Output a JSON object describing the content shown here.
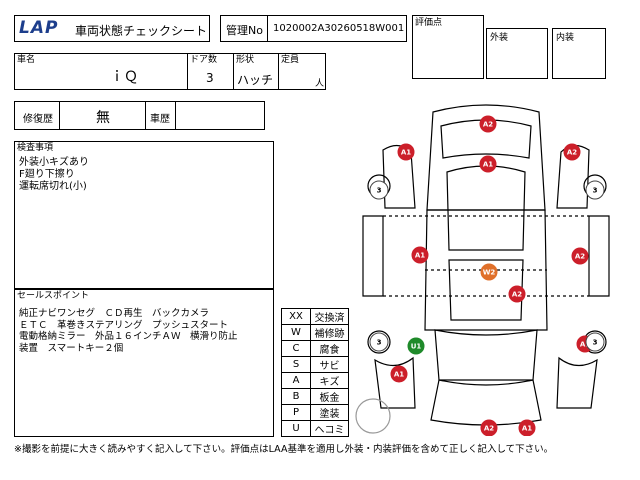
{
  "header": {
    "logo_text": "LAP",
    "title": "車両状態チェックシート",
    "mgmt_label": "管理No",
    "mgmt_value": "1020002A30260518W001"
  },
  "rating": {
    "label": "評価点",
    "exterior_label": "外装",
    "interior_label": "内装"
  },
  "vehicle": {
    "name_label": "車名",
    "name_value": "ｉＱ",
    "doors_label": "ドア数",
    "doors_value": "3",
    "shape_label": "形状",
    "shape_value": "ハッチ",
    "capacity_label": "定員",
    "capacity_unit": "人"
  },
  "history": {
    "repair_label": "修復歴",
    "repair_value": "無",
    "car_history_label": "車歴"
  },
  "inspection": {
    "label": "検査事項",
    "text": "外装小キズあり\nF廻り下擦り\n運転席切れ(小)"
  },
  "selling_points": {
    "label": "セールスポイント",
    "text": "純正ナビワンセグ　ＣＤ再生　バックカメラ\nＥＴＣ　革巻きステアリング　プッシュスタート\n電動格納ミラー　外品１６インチＡＷ　横滑り防止\n装置　スマートキー２個"
  },
  "legend": [
    {
      "code": "XX",
      "meaning": "交換済"
    },
    {
      "code": "W",
      "meaning": "補修跡"
    },
    {
      "code": "C",
      "meaning": "腐食"
    },
    {
      "code": "S",
      "meaning": "サビ"
    },
    {
      "code": "A",
      "meaning": "キズ"
    },
    {
      "code": "B",
      "meaning": "板金"
    },
    {
      "code": "P",
      "meaning": "塗装"
    },
    {
      "code": "U",
      "meaning": "ヘコミ"
    }
  ],
  "footer": {
    "note": "※撮影を前提に大きく読みやすく記入して下さい。評価点はLAA基準を適用し外装・内装評価を含めて正しく記入して下さい。"
  },
  "colors": {
    "red_marker": "#cc1f2a",
    "green_marker": "#1f8a2a",
    "orange_marker": "#e0702a",
    "logo_blue": "#1d3e8c"
  },
  "markers": [
    {
      "label": "A2",
      "color": "red"
    },
    {
      "label": "A1",
      "color": "red"
    },
    {
      "label": "A2",
      "color": "red"
    },
    {
      "label": "A1",
      "color": "red"
    },
    {
      "label": "3",
      "color": "white"
    },
    {
      "label": "3",
      "color": "white"
    },
    {
      "label": "A1",
      "color": "red"
    },
    {
      "label": "A2",
      "color": "red"
    },
    {
      "label": "W2",
      "color": "orange"
    },
    {
      "label": "A2",
      "color": "red"
    },
    {
      "label": "3",
      "color": "white"
    },
    {
      "label": "U1",
      "color": "green"
    },
    {
      "label": "A1",
      "color": "red"
    },
    {
      "label": "3",
      "color": "white"
    },
    {
      "label": "A1",
      "color": "red"
    },
    {
      "label": "A2",
      "color": "red"
    },
    {
      "label": "A1",
      "color": "red"
    }
  ]
}
